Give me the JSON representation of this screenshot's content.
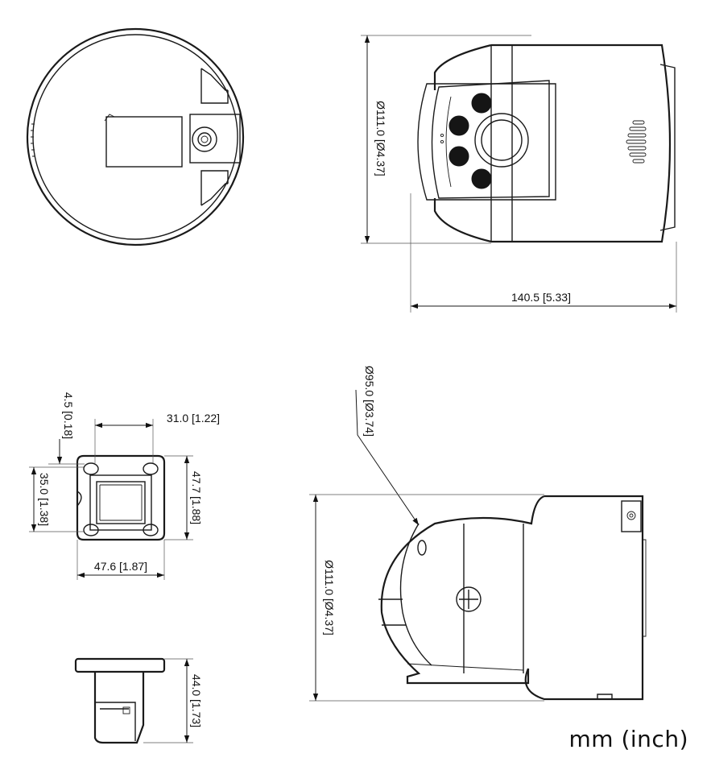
{
  "dimensions": {
    "side_height": "Ø111.0 [Ø4.37]",
    "side_length": "140.5 [5.33]",
    "bracket_hole": "4.5 [0.18]",
    "bracket_hole_spacing_x": "31.0 [1.22]",
    "bracket_hole_spacing_y": "35.0 [1.38]",
    "bracket_height": "47.7 [1.88]",
    "bracket_width": "47.6 [1.87]",
    "bracket_depth": "44.0 [1.73]",
    "mount_diameter": "Ø95.0 [Ø3.74]",
    "mounted_height": "Ø111.0 [Ø4.37]"
  },
  "units": "mm (inch)"
}
